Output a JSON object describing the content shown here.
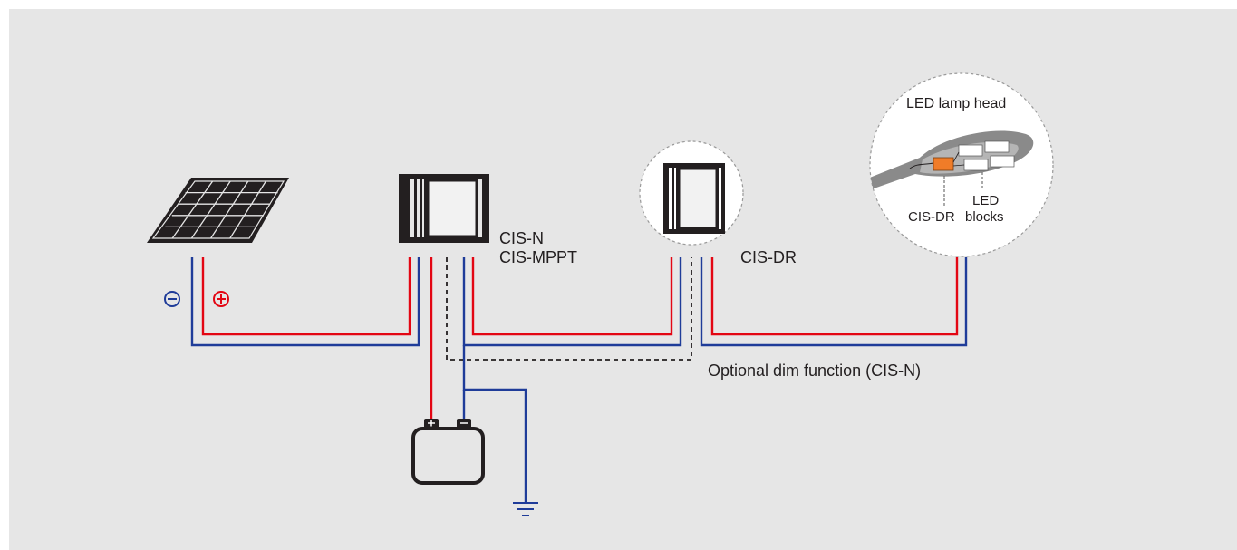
{
  "diagram": {
    "labels": {
      "controller_line1": "CIS-N",
      "controller_line2": "CIS-MPPT",
      "driver": "CIS-DR",
      "dim": "Optional dim function (CIS-N)",
      "lamp_head": "LED lamp head",
      "lamp_driver": "CIS-DR",
      "led_blocks_line1": "LED",
      "led_blocks_line2": "blocks"
    },
    "colors": {
      "background": "#e6e6e6",
      "positive_wire": "#e30613",
      "negative_wire": "#1f3c99",
      "device": "#231f20",
      "driver_chip": "#f07c28"
    },
    "icons": [
      "solar-panel-icon",
      "controller-icon",
      "driver-icon",
      "battery-icon",
      "ground-icon",
      "street-lamp-icon",
      "minus-icon",
      "plus-icon"
    ]
  }
}
